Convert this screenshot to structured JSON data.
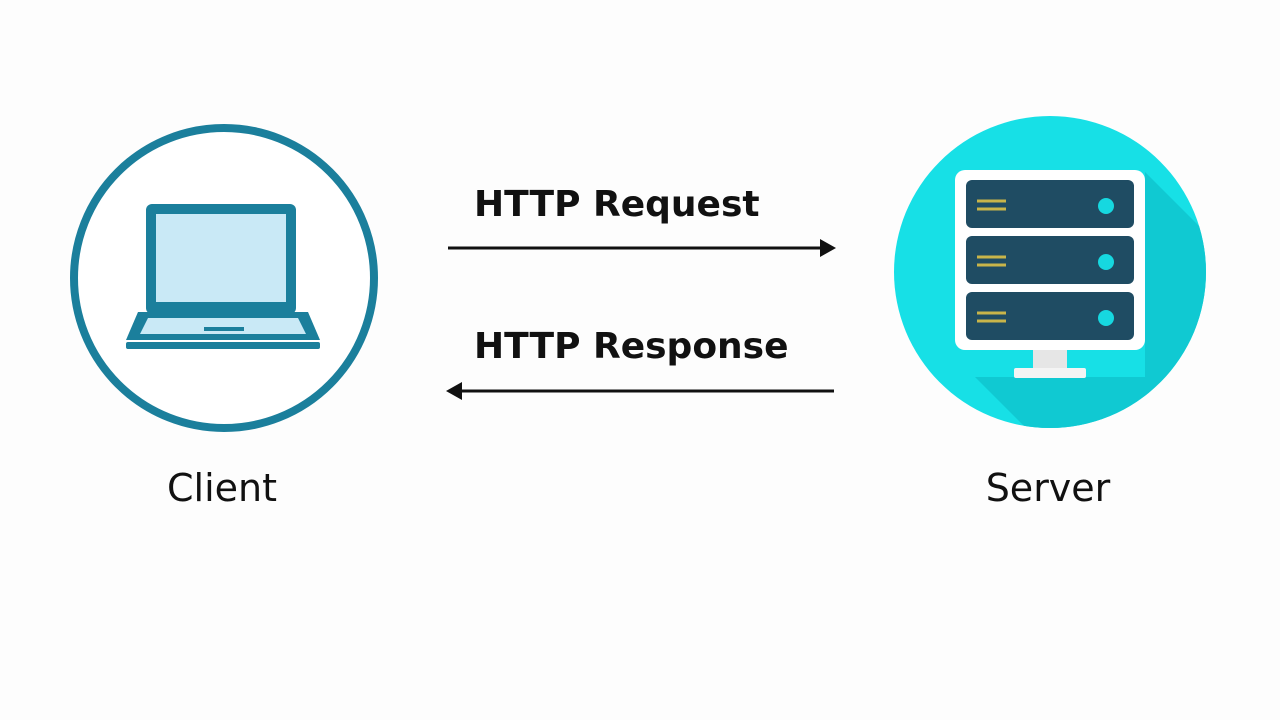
{
  "diagram": {
    "nodes": {
      "client": {
        "label": "Client",
        "icon": "laptop-icon",
        "color": "#1b7f9c"
      },
      "server": {
        "label": "Server",
        "icon": "server-rack-icon",
        "color": "#17e0e6",
        "rack_color": "#1f4c63",
        "led_color": "#16d8e0",
        "slot_color": "#c8b54a"
      }
    },
    "edges": {
      "request": {
        "label": "HTTP Request",
        "direction": "client-to-server"
      },
      "response": {
        "label": "HTTP Response",
        "direction": "server-to-client"
      }
    }
  }
}
